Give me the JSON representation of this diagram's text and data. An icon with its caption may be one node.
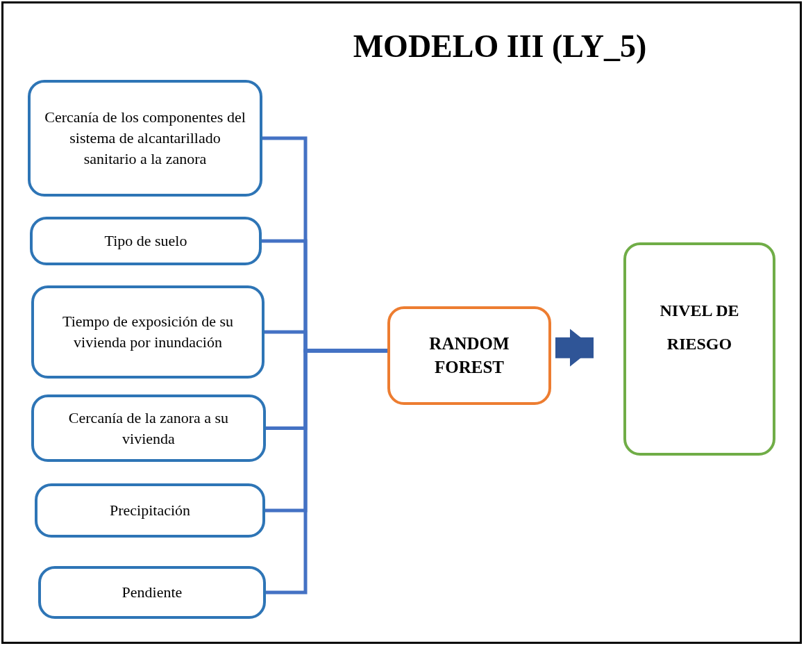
{
  "diagram": {
    "title": "MODELO III (LY_5)",
    "nodes": [
      {
        "text": [
          "Cercanía de los componentes del sistema de alcantarillado sanitario a la zanora"
        ]
      },
      {
        "text": [
          "Tipo de suelo"
        ]
      },
      {
        "text": [
          "Tiempo de exposición de su vivienda por inundación"
        ]
      },
      {
        "text": [
          "Cercanía de la zanora a su vivienda"
        ]
      },
      {
        "text": [
          "Precipitación"
        ]
      },
      {
        "text": [
          "Pendiente"
        ]
      },
      {
        "text": [
          "RANDOM FOREST"
        ]
      },
      {
        "text": [
          "NIVEL DE RIESGO"
        ]
      }
    ],
    "edges": [
      {
        "from": 0,
        "to": 6,
        "arrow": "none"
      },
      {
        "from": 1,
        "to": 6,
        "arrow": "none"
      },
      {
        "from": 2,
        "to": 6,
        "arrow": "none"
      },
      {
        "from": 3,
        "to": 6,
        "arrow": "none"
      },
      {
        "from": 4,
        "to": 6,
        "arrow": "none"
      },
      {
        "from": 5,
        "to": 6,
        "arrow": "none"
      },
      {
        "from": 6,
        "to": 7,
        "arrow": "to",
        "style": "thick",
        "color": "#2f5597"
      }
    ]
  }
}
